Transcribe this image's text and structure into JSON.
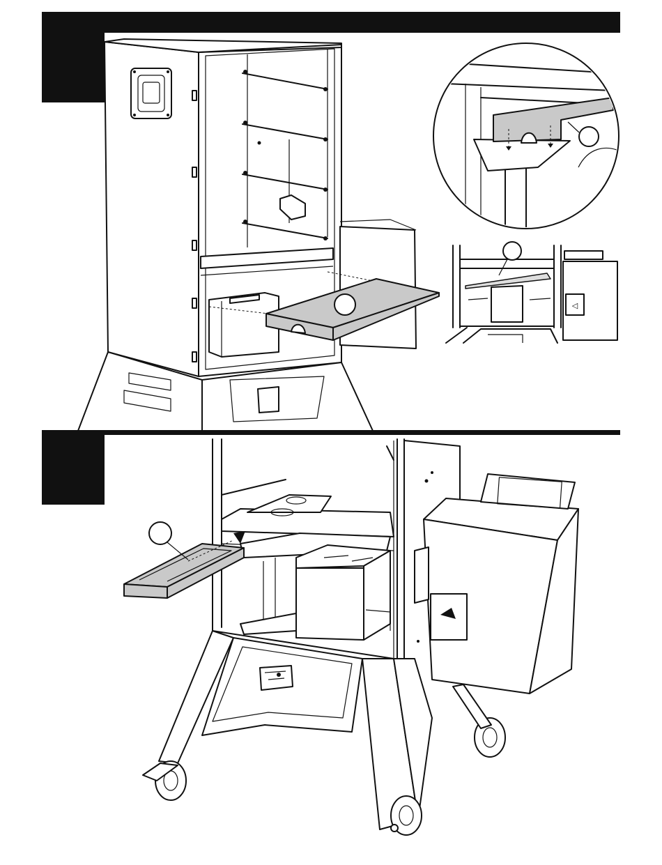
{
  "figure": {
    "steps": [
      {
        "number": "",
        "callout": ""
      },
      {
        "number": "",
        "callout": ""
      }
    ],
    "detail_callout": "",
    "inset_callout": "",
    "colors": {
      "ink": "#111111",
      "part_fill": "#c9c9c9",
      "paper": "#ffffff"
    },
    "icons": [
      "smoker-cabinet",
      "heat-deflector-plate",
      "grease-tray",
      "pellet-hopper",
      "caster-wheel"
    ]
  }
}
